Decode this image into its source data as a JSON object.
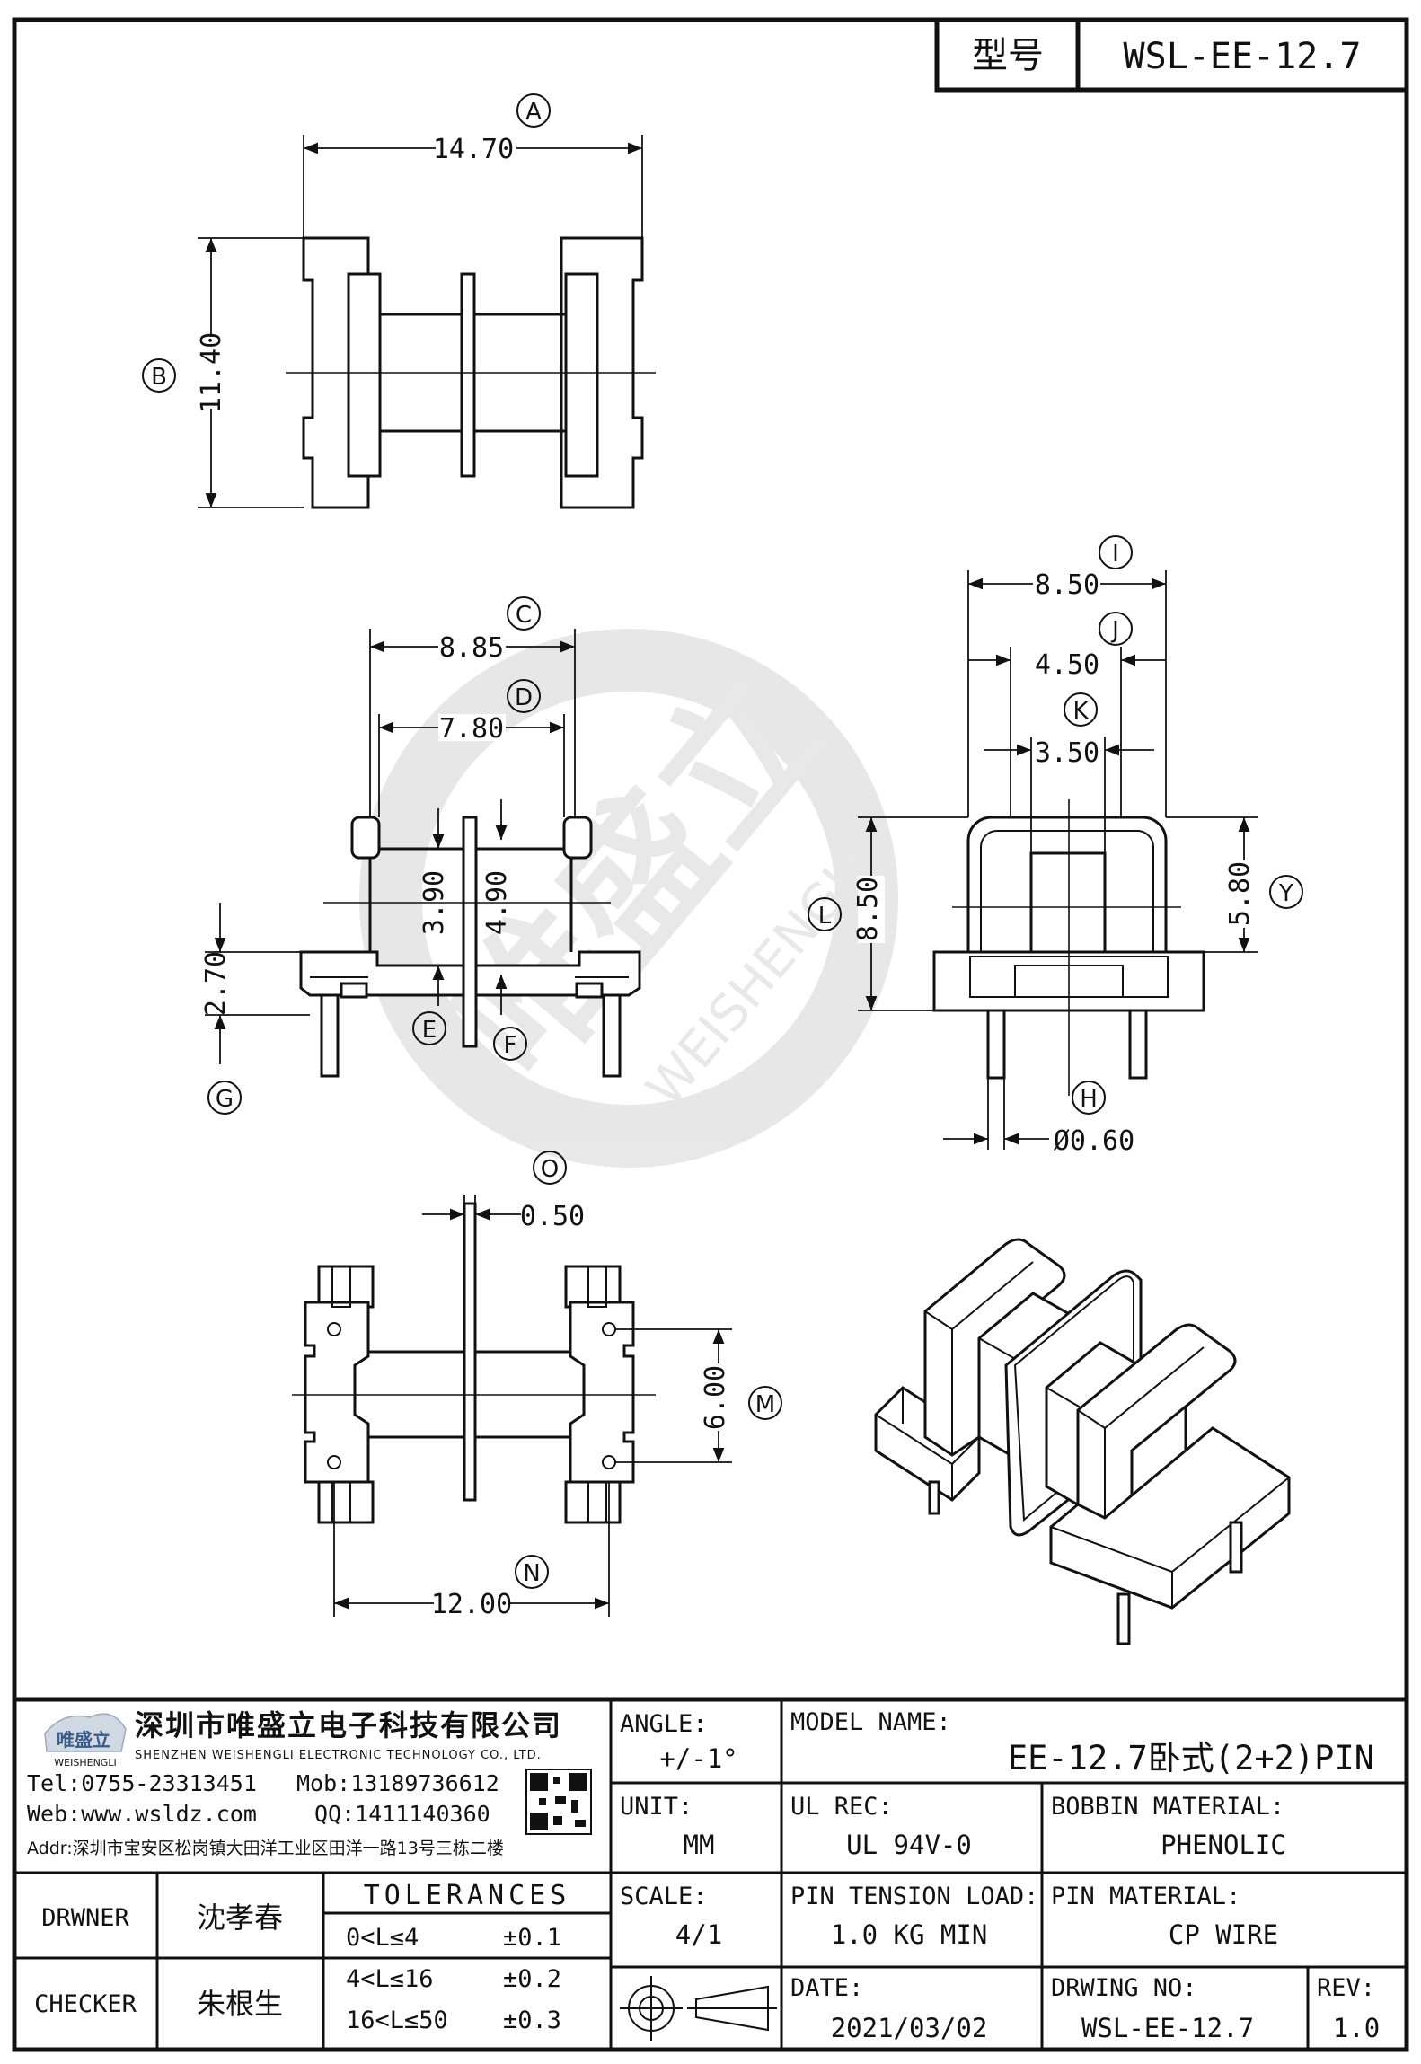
{
  "header": {
    "type_label": "型号",
    "type_value": "WSL-EE-12.7"
  },
  "watermark": {
    "cn": "唯盛立",
    "en": "WEISHENGLI"
  },
  "views": {
    "top": {
      "dims": [
        {
          "tag": "A",
          "value": "14.70"
        },
        {
          "tag": "B",
          "value": "11.40"
        }
      ]
    },
    "front": {
      "dims": [
        {
          "tag": "C",
          "value": "8.85"
        },
        {
          "tag": "D",
          "value": "7.80"
        },
        {
          "tag": "E",
          "value": "3.90"
        },
        {
          "tag": "F",
          "value": "4.90"
        },
        {
          "tag": "G",
          "value": "2.70"
        }
      ]
    },
    "side": {
      "dims": [
        {
          "tag": "I",
          "value": "8.50"
        },
        {
          "tag": "J",
          "value": "4.50"
        },
        {
          "tag": "K",
          "value": "3.50"
        },
        {
          "tag": "L",
          "value": "8.50"
        },
        {
          "tag": "Y",
          "value": "5.80"
        },
        {
          "tag": "H",
          "value": "Ø0.60"
        }
      ]
    },
    "bottom": {
      "dims": [
        {
          "tag": "O",
          "value": "0.50"
        },
        {
          "tag": "M",
          "value": "6.00"
        },
        {
          "tag": "N",
          "value": "12.00"
        }
      ]
    }
  },
  "company": {
    "logo_text": "唯盛立",
    "logo_sub": "WEISHENGLI",
    "name_cn": "深圳市唯盛立电子科技有限公司",
    "name_en": "SHENZHEN WEISHENGLI ELECTRONIC TECHNOLOGY CO., LTD.",
    "tel": "Tel:0755-23313451",
    "mob": "Mob:13189736612",
    "web": "Web:www.wsldz.com",
    "qq": "QQ:1411140360",
    "addr": "Addr:深圳市宝安区松岗镇大田洋工业区田洋一路13号三栋二楼"
  },
  "title_block": {
    "angle_label": "ANGLE:",
    "angle_value": "+/-1°",
    "model_label": "MODEL NAME:",
    "model_value": "EE-12.7卧式(2+2)PIN",
    "unit_label": "UNIT:",
    "unit_value": "MM",
    "ul_label": "UL REC:",
    "ul_value": "UL 94V-0",
    "bobbin_label": "BOBBIN MATERIAL:",
    "bobbin_value": "PHENOLIC",
    "scale_label": "SCALE:",
    "scale_value": "4/1",
    "pin_tension_label": "PIN TENSION LOAD:",
    "pin_tension_value": "1.0 KG MIN",
    "pin_material_label": "PIN MATERIAL:",
    "pin_material_value": "CP WIRE",
    "date_label": "DATE:",
    "date_value": "2021/03/02",
    "drawing_no_label": "DRWING NO:",
    "drawing_no_value": "WSL-EE-12.7",
    "rev_label": "REV:",
    "rev_value": "1.0",
    "drawer_label": "DRWNER",
    "drawer_name": "沈孝春",
    "checker_label": "CHECKER",
    "checker_name": "朱根生",
    "tolerances_label": "TOLERANCES",
    "tolerances": [
      {
        "range": "0<L≤4",
        "value": "±0.1"
      },
      {
        "range": "4<L≤16",
        "value": "±0.2"
      },
      {
        "range": "16<L≤50",
        "value": "±0.3"
      }
    ]
  }
}
